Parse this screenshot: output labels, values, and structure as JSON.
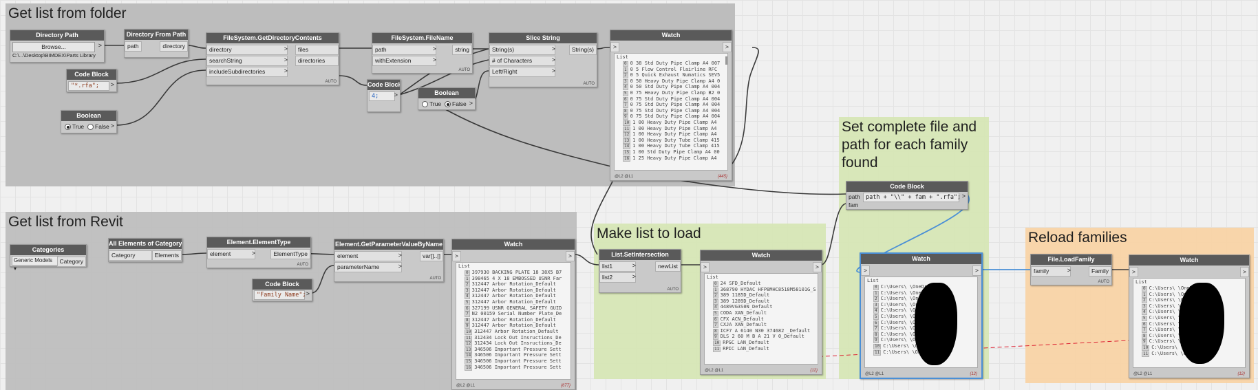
{
  "groups": {
    "folder": {
      "title": "Get list from folder",
      "color": "#bdbdbd"
    },
    "revit": {
      "title": "Get list from Revit",
      "color": "#bdbdbd"
    },
    "make_list": {
      "title": "Make list to load",
      "color": "#d8e6b8"
    },
    "set_path": {
      "title": "Set complete file and\npath for each family\nfound",
      "color": "#d8e6b8"
    },
    "reload": {
      "title": "Reload families",
      "color": "#f9d5a8"
    }
  },
  "nodes": {
    "directory_path": {
      "title": "Directory Path",
      "button": "Browse...",
      "value": "C:\\...\\Desktop\\BIMDEX\\Parts Library"
    },
    "directory_from_path": {
      "title": "Directory From Path",
      "in": "path",
      "out": "directory"
    },
    "get_dir_contents": {
      "title": "FileSystem.GetDirectoryContents",
      "inputs": [
        "directory",
        "searchString",
        "includeSubdirectories"
      ],
      "outputs": [
        "files",
        "directories"
      ],
      "auto": "AUTO"
    },
    "code_rfa": {
      "title": "Code Block",
      "code": "\"*.rfa\";"
    },
    "bool_subdirs": {
      "title": "Boolean",
      "true_label": "True",
      "false_label": "False"
    },
    "file_name": {
      "title": "FileSystem.FileName",
      "inputs": [
        "path",
        "withExtension"
      ],
      "out": "string",
      "auto": "AUTO"
    },
    "code_4": {
      "title": "Code Block",
      "code": "4;"
    },
    "bool_ext": {
      "title": "Boolean",
      "true_label": "True",
      "false_label": "False"
    },
    "slice_string": {
      "title": "Slice String",
      "inputs": [
        "String(s)",
        "# of Characters",
        "Left/Right"
      ],
      "out": "String(s)",
      "auto": "AUTO"
    },
    "watch1": {
      "title": "Watch",
      "list_label": "List",
      "levels": "@L2 @L1",
      "count": "{445}",
      "items": [
        {
          "i": "0",
          "t": "0 38 Std Duty Pipe Clamp A4 007"
        },
        {
          "i": "1",
          "t": "0 5 Flow Control Flairline RFC"
        },
        {
          "i": "2",
          "t": "0 5 Quick Exhaust Numatics SEV5"
        },
        {
          "i": "3",
          "t": "0 50 Heavy Duty Pipe Clamp A4 0"
        },
        {
          "i": "4",
          "t": "0 50 Std Duty Pipe Clamp A4 004"
        },
        {
          "i": "5",
          "t": "0 75 Heavy Duty Pipe Clamp B2 0"
        },
        {
          "i": "6",
          "t": "0 75 Std Duty Pipe Clamp A4 004"
        },
        {
          "i": "7",
          "t": "0 75 Std Duty Pipe Clamp A4 004"
        },
        {
          "i": "8",
          "t": "0 75 Std Duty Pipe Clamp A4 004"
        },
        {
          "i": "9",
          "t": "0 75 Std Duty Pipe Clamp A4 004"
        },
        {
          "i": "10",
          "t": "1 00 Heavy Duty Pipe Clamp A4"
        },
        {
          "i": "11",
          "t": "1 00 Heavy Duty Pipe Clamp A4"
        },
        {
          "i": "12",
          "t": "1 00 Heavy Duty Pipe Clamp A4"
        },
        {
          "i": "13",
          "t": "1 00 Heavy Duty Tube Clamp 415"
        },
        {
          "i": "14",
          "t": "1 00 Heavy Duty Tube Clamp 415"
        },
        {
          "i": "15",
          "t": "1 00 Std Duty Pipe Clamp A4 00"
        },
        {
          "i": "16",
          "t": "1 25 Heavy Duty Pipe Clamp A4"
        }
      ]
    },
    "code_path": {
      "title": "Code Block",
      "inputs": [
        "path",
        "fam"
      ],
      "code": "path + \"\\\\\" + fam + \".rfa\";"
    },
    "categories": {
      "title": "Categories",
      "selected": "Generic Models",
      "out": "Category"
    },
    "all_elements": {
      "title": "All Elements of Category",
      "in": "Category",
      "out": "Elements"
    },
    "element_type": {
      "title": "Element.ElementType",
      "in": "element",
      "out": "ElementType",
      "auto": "AUTO"
    },
    "code_family_name": {
      "title": "Code Block",
      "code": "\"Family Name\";"
    },
    "get_param": {
      "title": "Element.GetParameterValueByName",
      "inputs": [
        "element",
        "parameterName"
      ],
      "out": "var[]..[]",
      "auto": "AUTO"
    },
    "watch2": {
      "title": "Watch",
      "list_label": "List",
      "levels": "@L2 @L1",
      "count": "{677}",
      "items": [
        {
          "i": "0",
          "t": "397930 BACKING PLATE 18 38X5 B7"
        },
        {
          "i": "1",
          "t": "398465 4 X 18 EMBOSSED USNR Far"
        },
        {
          "i": "2",
          "t": "312447 Arbor Rotation_Default"
        },
        {
          "i": "3",
          "t": "312447 Arbor Rotation_Default"
        },
        {
          "i": "4",
          "t": "312447 Arbor Rotation_Default"
        },
        {
          "i": "5",
          "t": "312447 Arbor Rotation_Default"
        },
        {
          "i": "6",
          "t": "327199 USNR GENERAL SAFETY GUID"
        },
        {
          "i": "7",
          "t": "N2 00159 Serial Number Plate_De"
        },
        {
          "i": "8",
          "t": "312447 Arbor Rotation_Default"
        },
        {
          "i": "9",
          "t": "312447 Arbor Rotation_Default"
        },
        {
          "i": "10",
          "t": "312447 Arbor Rotation_Default"
        },
        {
          "i": "11",
          "t": "312434 Lock Out Insructions_De"
        },
        {
          "i": "12",
          "t": "312434 Lock Out Insructions_De"
        },
        {
          "i": "13",
          "t": "346506 Important Pressure Sett"
        },
        {
          "i": "14",
          "t": "346506 Important Pressure Sett"
        },
        {
          "i": "15",
          "t": "346506 Important Pressure Sett"
        },
        {
          "i": "16",
          "t": "346506 Important Pressure Sett"
        }
      ]
    },
    "set_intersection": {
      "title": "List.SetIntersection",
      "inputs": [
        "list1",
        "list2"
      ],
      "out": "newList",
      "auto": "AUTO"
    },
    "watch3": {
      "title": "Watch",
      "list_label": "List",
      "levels": "@L2 @L1",
      "count": "{12}",
      "items": [
        {
          "i": "0",
          "t": "24 SFD_Default"
        },
        {
          "i": "1",
          "t": "368790 HYDAC HFP8MHC8518M58101G_S"
        },
        {
          "i": "2",
          "t": "389 1185D_Default"
        },
        {
          "i": "3",
          "t": "389 1289D_Default"
        },
        {
          "i": "4",
          "t": "4489VG3S0N_Default"
        },
        {
          "i": "5",
          "t": "CODA XAN_Default"
        },
        {
          "i": "6",
          "t": "CFX ACN_Default"
        },
        {
          "i": "7",
          "t": "CXJA XAN_Default"
        },
        {
          "i": "8",
          "t": "ICF7 A 6140 N30 374682 _Default"
        },
        {
          "i": "9",
          "t": "DLS 2 60 M B A 21 V 0_Default"
        },
        {
          "i": "10",
          "t": "RPGC LAN_Default"
        },
        {
          "i": "11",
          "t": "RPIC LAN_Default"
        }
      ]
    },
    "watch4": {
      "title": "Watch",
      "list_label": "List",
      "levels": "@L2 @L1",
      "count": "{12}",
      "items": [
        {
          "i": "0",
          "t": "C:\\Users\\          \\OneDrive"
        },
        {
          "i": "1",
          "t": "C:\\Users\\          \\OneDrive"
        },
        {
          "i": "2",
          "t": "C:\\Users\\          \\OneDrive"
        },
        {
          "i": "3",
          "t": "C:\\Users\\          \\OneDrive"
        },
        {
          "i": "4",
          "t": "C:\\Users\\          \\OneDrive"
        },
        {
          "i": "5",
          "t": "C:\\Users\\          \\OneDrive"
        },
        {
          "i": "6",
          "t": "C:\\Users\\          \\OneDrive"
        },
        {
          "i": "7",
          "t": "C:\\Users\\          \\OneDrive"
        },
        {
          "i": "8",
          "t": "C:\\Users\\          \\OneDrive"
        },
        {
          "i": "9",
          "t": "C:\\Users\\          \\OneDrive"
        },
        {
          "i": "10",
          "t": "C:\\Users\\          \\OneDriv"
        },
        {
          "i": "11",
          "t": "C:\\Users\\          \\OneDriv"
        }
      ]
    },
    "load_family": {
      "title": "File.LoadFamily",
      "in": "family",
      "out": "Family",
      "auto": "AUTO"
    },
    "watch5": {
      "title": "Watch",
      "list_label": "List",
      "levels": "@L2 @L1",
      "count": "{12}",
      "items": [
        {
          "i": "0",
          "t": "C:\\Users\\          \\OneDrive"
        },
        {
          "i": "1",
          "t": "C:\\Users\\          \\OneDrive"
        },
        {
          "i": "2",
          "t": "C:\\Users\\          \\OneDrive"
        },
        {
          "i": "3",
          "t": "C:\\Users\\          \\OneDrive"
        },
        {
          "i": "4",
          "t": "C:\\Users\\          \\OneDrive"
        },
        {
          "i": "5",
          "t": "C:\\Users\\          \\OneDrive"
        },
        {
          "i": "6",
          "t": "C:\\Users\\          \\OneDrive"
        },
        {
          "i": "7",
          "t": "C:\\Users\\          \\OneDrive"
        },
        {
          "i": "8",
          "t": "C:\\Users\\          \\OneDrive"
        },
        {
          "i": "9",
          "t": "C:\\Users\\          \\OneDrive"
        },
        {
          "i": "10",
          "t": "C:\\Users\\          \\OneDriv"
        },
        {
          "i": "11",
          "t": "C:\\Users\\          \\OneDriv"
        }
      ]
    }
  },
  "colors": {
    "wire": "#3a3a3a",
    "selected_wire": "#4a8fd6",
    "node_header": "#5a5a5a",
    "node_body": "#c9c9c9"
  }
}
